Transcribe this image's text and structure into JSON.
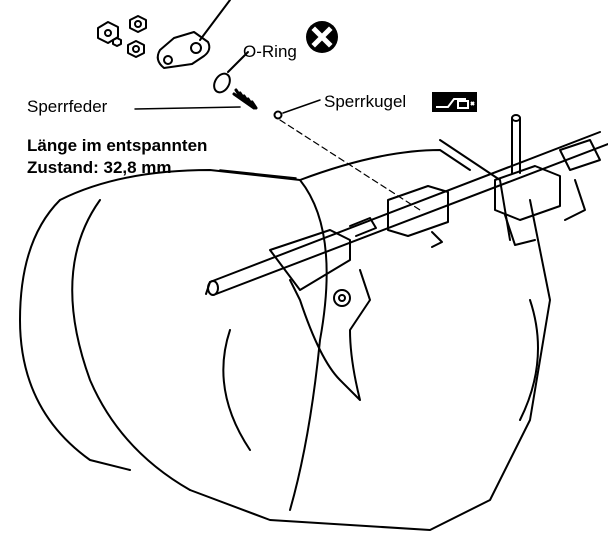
{
  "labels": {
    "oring": "O-Ring",
    "sperrfeder": "Sperrfeder",
    "sperrkugel": "Sperrkugel",
    "length_line1": "Länge im entspannten",
    "length_line2": "Zustand: 32,8 mm"
  },
  "icons": {
    "oring_symbol": "replace-part-x-icon",
    "sperrkugel_symbol": "magnet-tool-icon"
  }
}
